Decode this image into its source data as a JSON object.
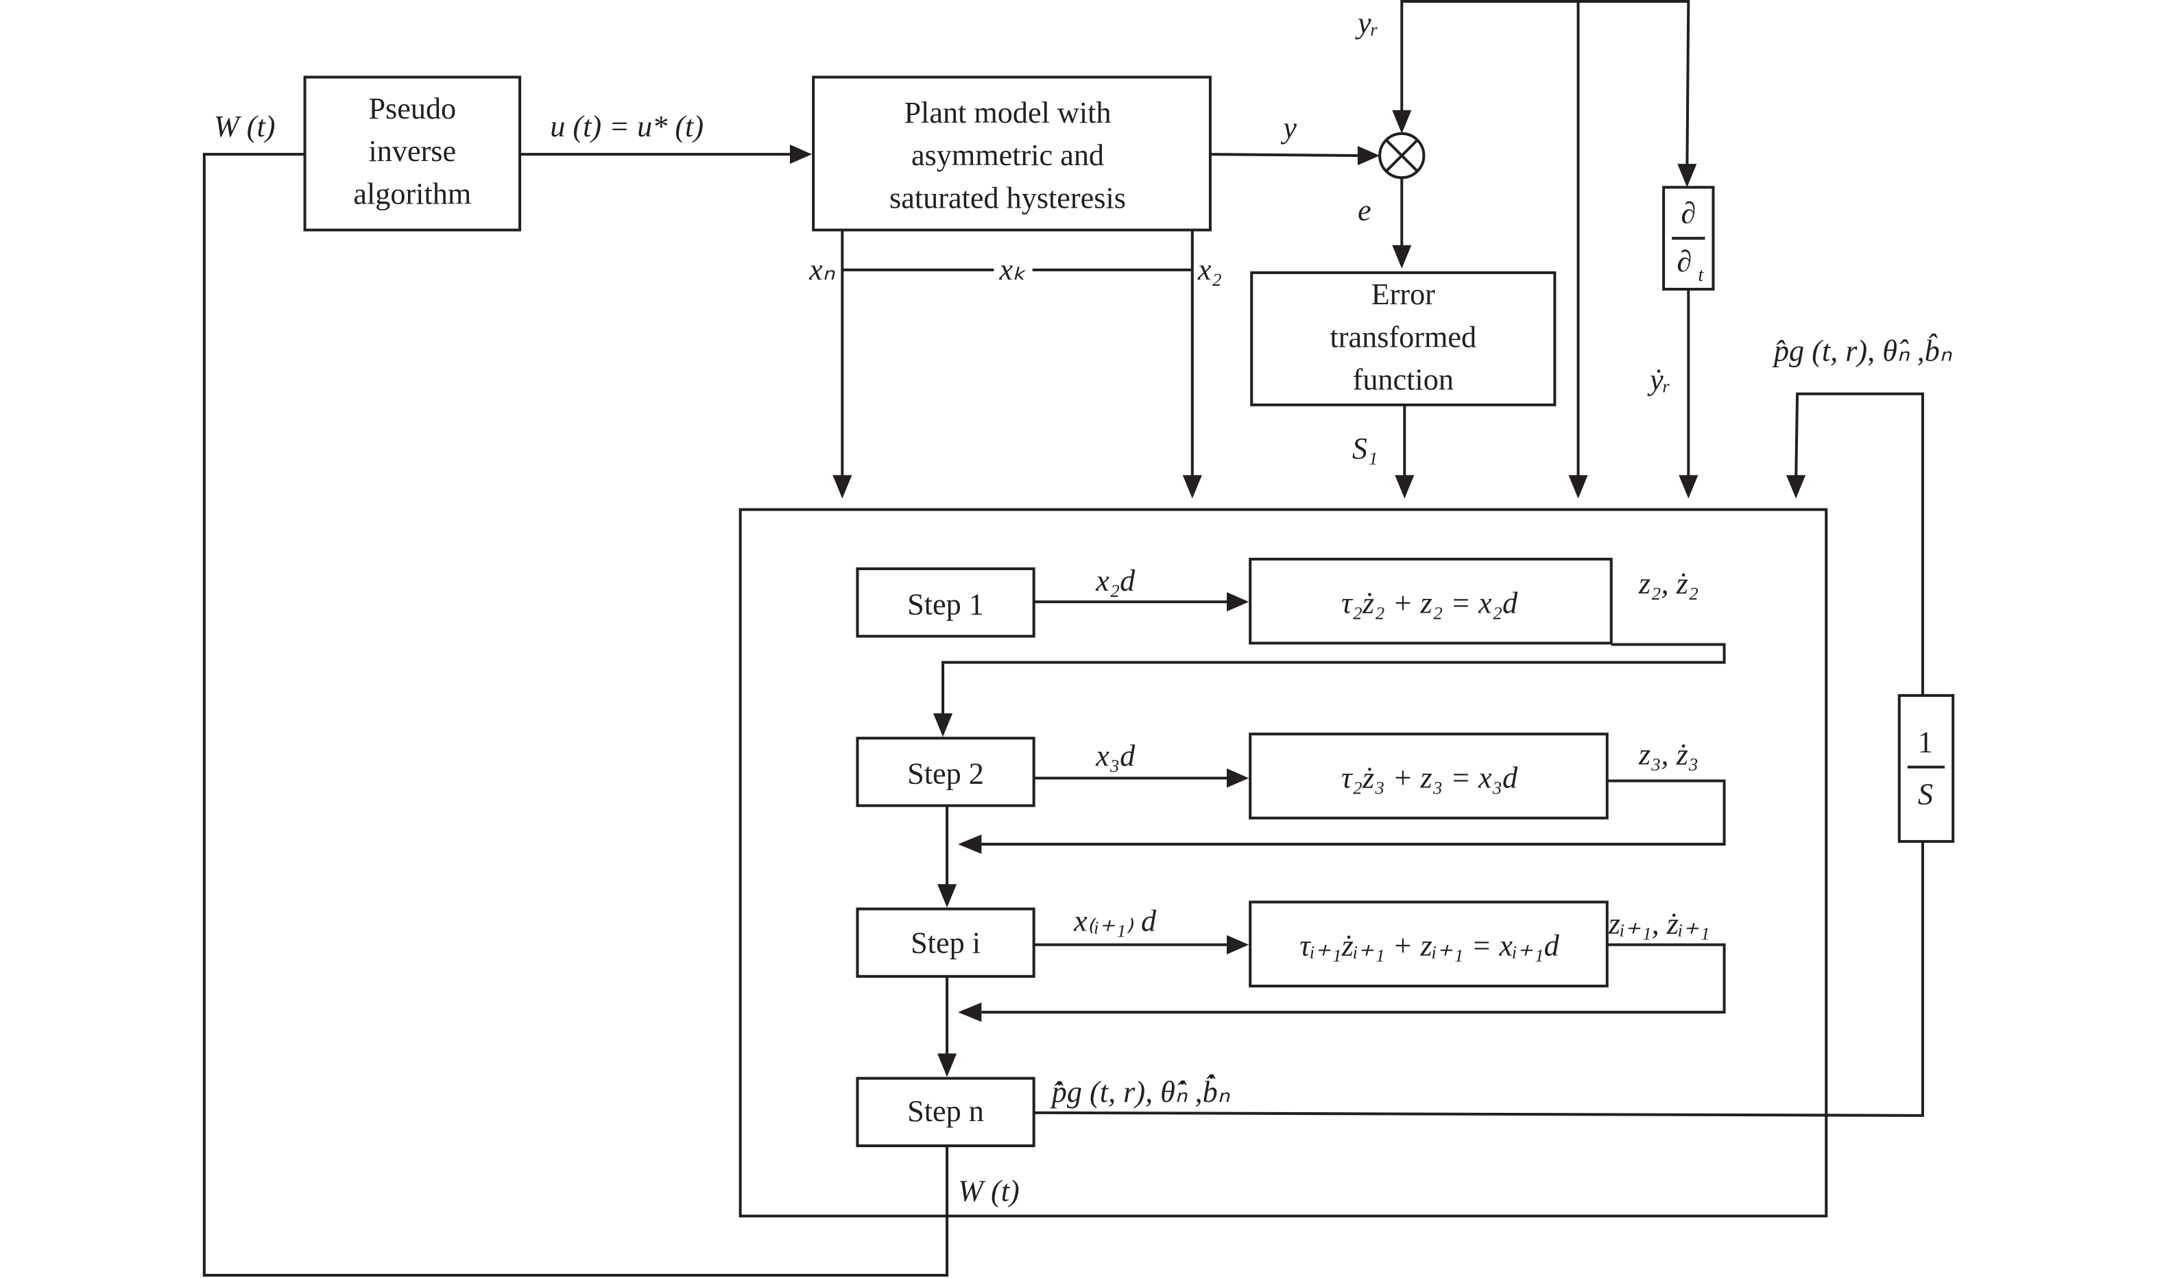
{
  "diagram": {
    "type": "control block diagram",
    "blocks": {
      "pseudo_inverse": [
        "Pseudo",
        "inverse",
        "algorithm"
      ],
      "plant": [
        "Plant model with",
        "asymmetric and",
        "saturated hysteresis"
      ],
      "error_transform": [
        "Error",
        "transformed",
        "function"
      ],
      "derivative": {
        "num": "∂",
        "den": "∂",
        "den_sub": "t"
      },
      "integrator": {
        "num": "1",
        "den": "S"
      },
      "steps": [
        "Step 1",
        "Step 2",
        "Step i",
        "Step n"
      ],
      "filters": [
        "τ₂ż₂ + z₂ = x₂d",
        "τ₂ż₃ + z₃ = x₃d",
        "τᵢ₊₁żᵢ₊₁ + zᵢ₊₁ = xᵢ₊₁d"
      ]
    },
    "signals": {
      "W_in": "W (t)",
      "u": "u (t) = u* (t)",
      "y": "y",
      "yr": "yᵣ",
      "e": "e",
      "S1": "S₁",
      "yr_dot": "ẏᵣ",
      "xn": "xₙ",
      "xk": "xₖ",
      "x2": "x₂",
      "params_hat": "p̂g (t, r), θ̂ₙ ,b̂ₙ",
      "x2d": "x₂d",
      "x3d": "x₃d",
      "xi1d": "x₍ᵢ₊₁₎ d",
      "z2": "z₂, ż₂",
      "z3": "z₃, ż₃",
      "zi1": "zᵢ₊₁, żᵢ₊₁",
      "params_dot": "p̂̇g (t, r), θ̂̇ₙ ,b̂̇ₙ",
      "W_out": "W (t)"
    }
  }
}
